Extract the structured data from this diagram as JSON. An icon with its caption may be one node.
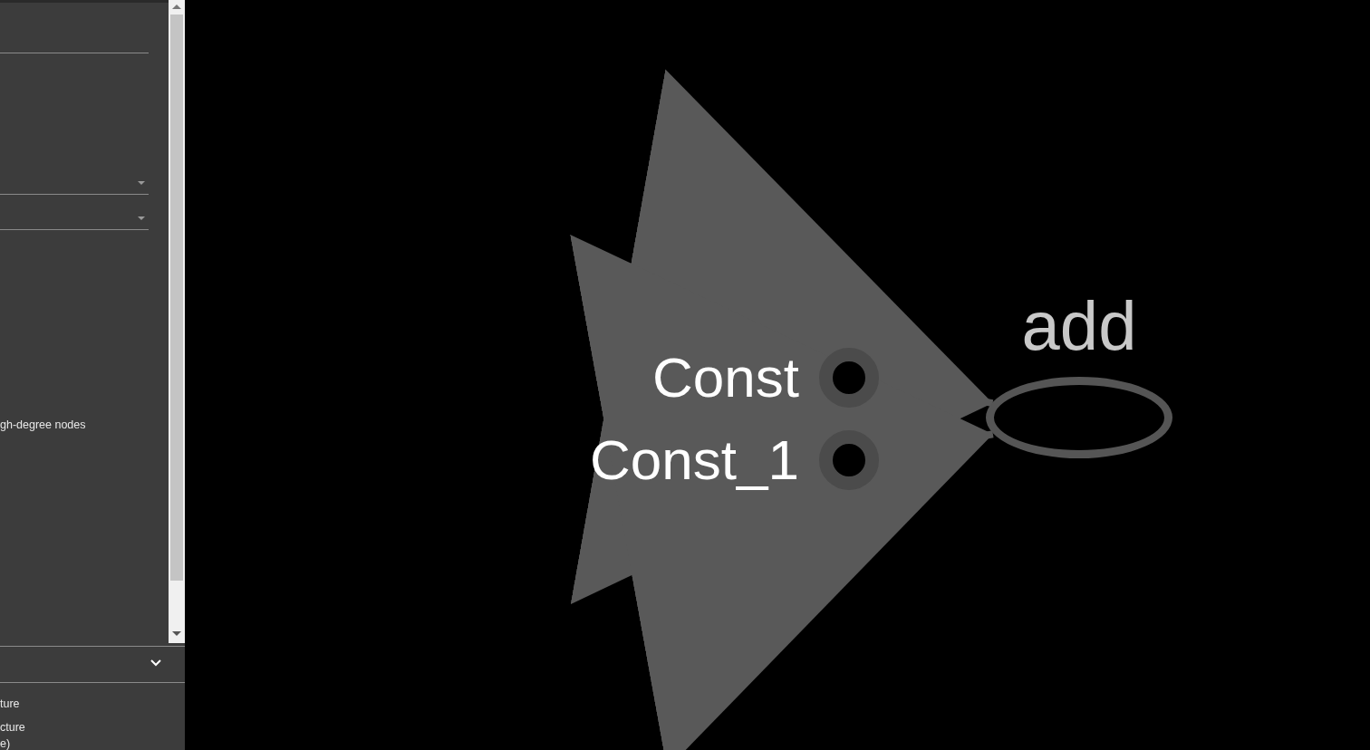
{
  "diagram": {
    "nodes": [
      {
        "text": [
          "Const"
        ]
      },
      {
        "text": [
          "Const_1"
        ]
      },
      {
        "text": [
          "add"
        ]
      }
    ],
    "edges": [
      {
        "from": 0,
        "to": 2,
        "arrow": "to"
      },
      {
        "from": 1,
        "to": 2,
        "arrow": "to"
      }
    ],
    "labels": [
      "gh-degree nodes",
      "ture",
      "cture",
      "e)"
    ]
  }
}
